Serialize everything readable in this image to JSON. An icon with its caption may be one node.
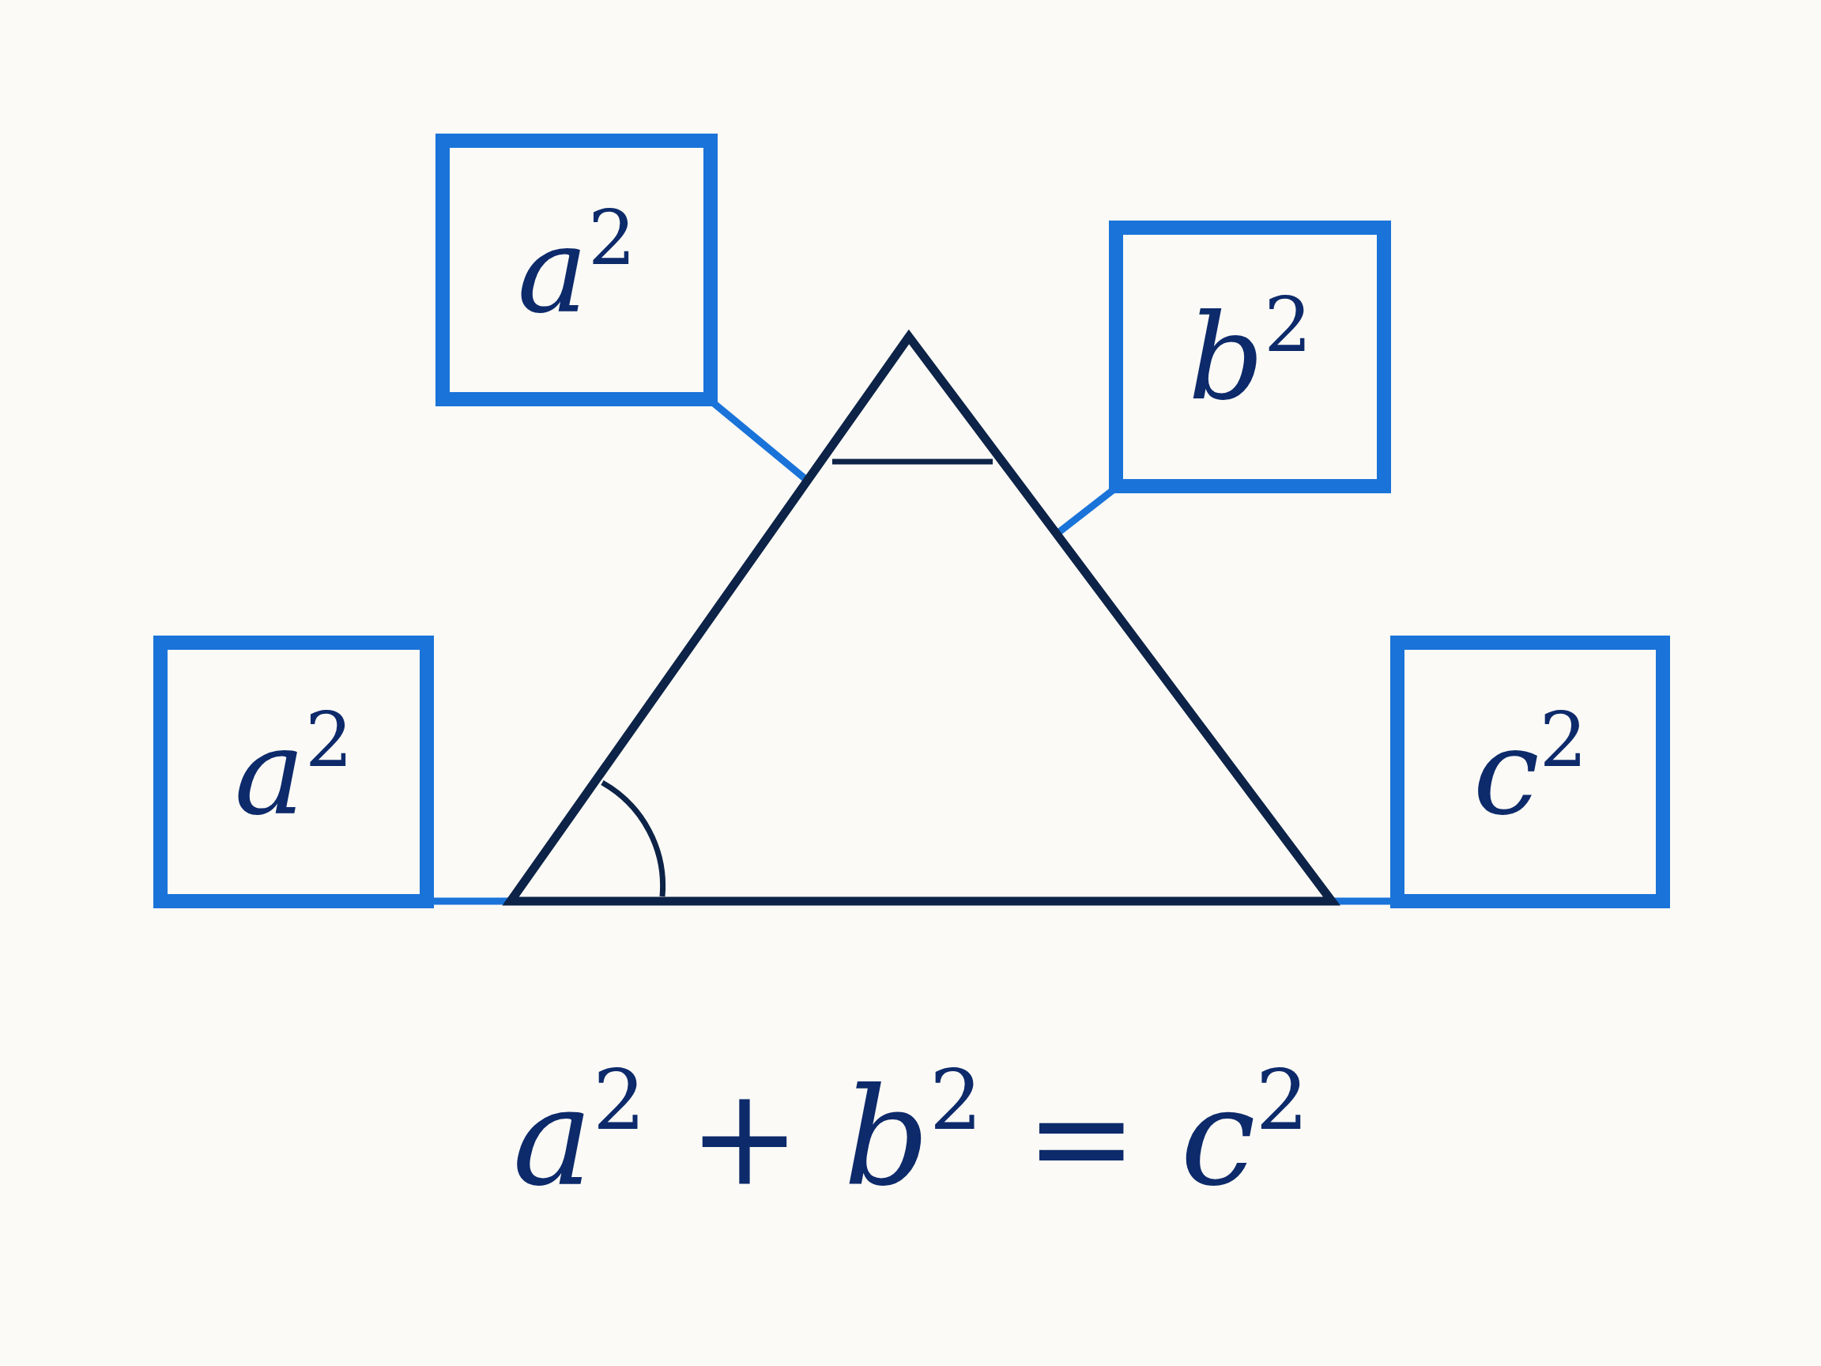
{
  "diagram": {
    "caption": "a$^{2}$ + b$^{2}$ = c$^{2}$",
    "nodes": [
      {
        "text": [
          "a$^{2}$"
        ]
      },
      {
        "text": [
          "b$^{2}$"
        ]
      },
      {
        "text": [
          "a$^{2}$"
        ]
      },
      {
        "text": [],
        "shape": "triangle"
      },
      {
        "text": [
          "c$^{2}$"
        ]
      }
    ],
    "edges": [
      {
        "from": 0,
        "to": 3,
        "arrow": "none"
      },
      {
        "from": 1,
        "to": 3,
        "arrow": "none"
      },
      {
        "from": 2,
        "to": 3,
        "arrow": "none"
      },
      {
        "from": 4,
        "to": 3,
        "arrow": "none"
      }
    ]
  }
}
